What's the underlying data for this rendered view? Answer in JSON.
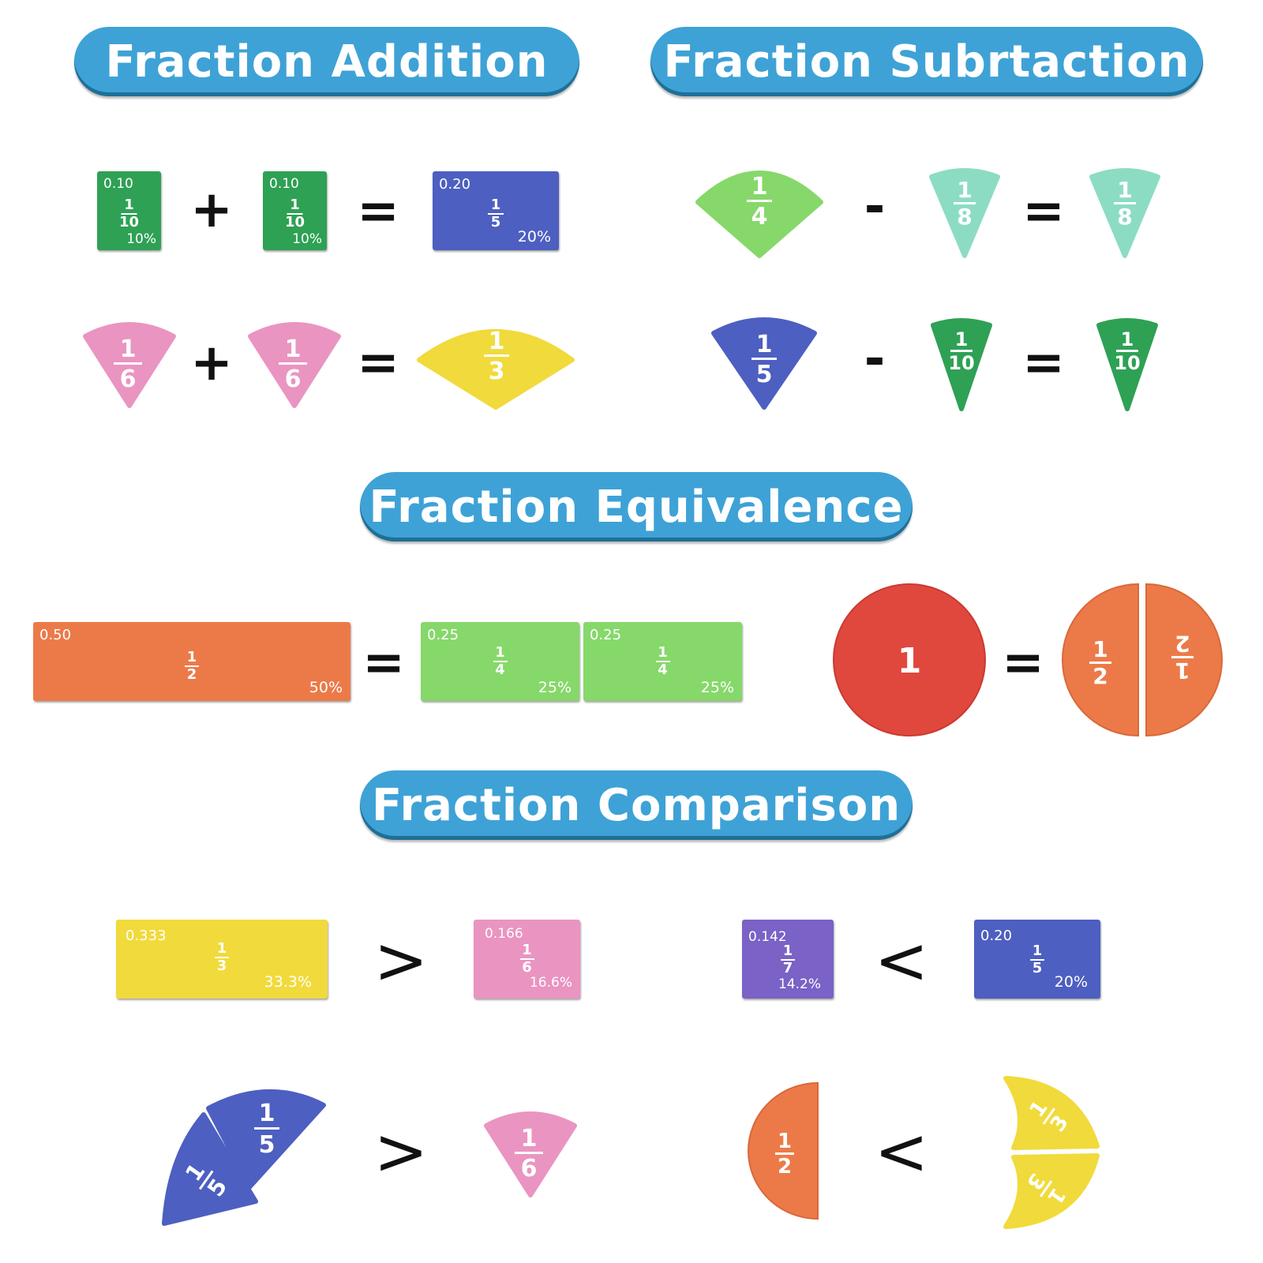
{
  "banners": {
    "addition": "Fraction Addition",
    "subtraction": "Fraction Subrtaction",
    "equivalence": "Fraction Equivalence",
    "comparison": "Fraction Comparison"
  },
  "colors": {
    "banner": "#3ea2d6",
    "green_dark": "#2ea155",
    "blue": "#4d5fc0",
    "pink": "#ea94c1",
    "yellow": "#f1da3b",
    "light_green": "#86d86a",
    "teal": "#8cdcc4",
    "orange": "#ec7a48",
    "red": "#e0483d",
    "purple": "#7a62c6"
  },
  "operators": {
    "plus": "+",
    "minus": "-",
    "equals": "=",
    "greater": ">",
    "less": "<"
  },
  "addition": {
    "row1": {
      "a": {
        "dec": "0.10",
        "num": "1",
        "den": "10",
        "pct": "10%"
      },
      "b": {
        "dec": "0.10",
        "num": "1",
        "den": "10",
        "pct": "10%"
      },
      "result": {
        "dec": "0.20",
        "num": "1",
        "den": "5",
        "pct": "20%"
      }
    },
    "row2": {
      "a": {
        "num": "1",
        "den": "6"
      },
      "b": {
        "num": "1",
        "den": "6"
      },
      "result": {
        "num": "1",
        "den": "3"
      }
    }
  },
  "subtraction": {
    "row1": {
      "a": {
        "num": "1",
        "den": "4"
      },
      "b": {
        "num": "1",
        "den": "8"
      },
      "result": {
        "num": "1",
        "den": "8"
      }
    },
    "row2": {
      "a": {
        "num": "1",
        "den": "5"
      },
      "b": {
        "num": "1",
        "den": "10"
      },
      "result": {
        "num": "1",
        "den": "10"
      }
    }
  },
  "equivalence": {
    "half_bar": {
      "dec": "0.50",
      "num": "1",
      "den": "2",
      "pct": "50%"
    },
    "quarter_a": {
      "dec": "0.25",
      "num": "1",
      "den": "4",
      "pct": "25%"
    },
    "quarter_b": {
      "dec": "0.25",
      "num": "1",
      "den": "4",
      "pct": "25%"
    },
    "whole": "1",
    "half_left": {
      "num": "1",
      "den": "2"
    },
    "half_right": {
      "num": "1",
      "den": "2"
    }
  },
  "comparison": {
    "row1_left": {
      "a": {
        "dec": "0.333",
        "num": "1",
        "den": "3",
        "pct": "33.3%"
      },
      "b": {
        "dec": "0.166",
        "num": "1",
        "den": "6",
        "pct": "16.6%"
      }
    },
    "row1_right": {
      "a": {
        "dec": "0.142",
        "num": "1",
        "den": "7",
        "pct": "14.2%"
      },
      "b": {
        "dec": "0.20",
        "num": "1",
        "den": "5",
        "pct": "20%"
      }
    },
    "row2_left": {
      "fifth_a": {
        "num": "1",
        "den": "5"
      },
      "fifth_b": {
        "num": "1",
        "den": "5"
      },
      "sixth": {
        "num": "1",
        "den": "6"
      }
    },
    "row2_right": {
      "half": {
        "num": "1",
        "den": "2"
      },
      "third_a": {
        "num": "1",
        "den": "3"
      },
      "third_b": {
        "num": "1",
        "den": "3"
      }
    }
  }
}
